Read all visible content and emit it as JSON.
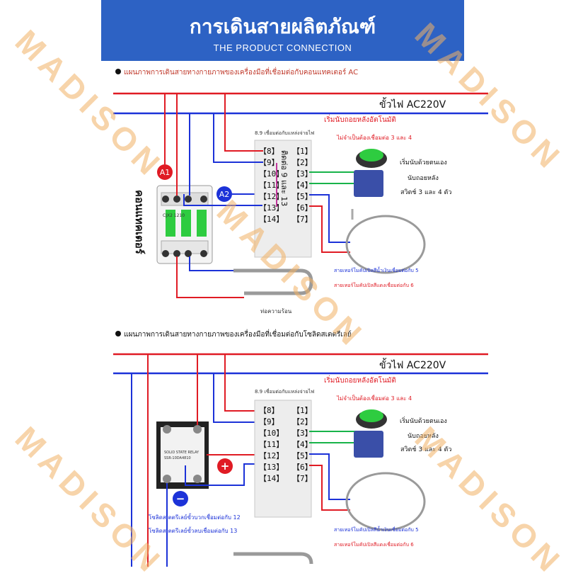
{
  "header": {
    "title_th": "การเดินสายผลิตภัณฑ์",
    "title_en": "THE PRODUCT CONNECTION"
  },
  "watermark": "MADISON",
  "section1": {
    "heading": "แผนภาพการเดินสายทางกายภาพของเครื่องมือที่เชื่อมต่อกับคอนแทคเตอร์ AC",
    "power_label": "ขั้วไฟ AC220V",
    "supply_note": "8.9 เชื่อมต่อกับแหล่งจ่ายไฟ",
    "auto_start": "เริ่มนับถอยหลังอัตโนมัติ",
    "no_connect": "ไม่จำเป็นต้องเชื่อมต่อ 3 และ 4",
    "manual_1": "เริ่มนับด้วยตนเอง",
    "manual_2": "นับถอยหลัง",
    "manual_3": "สวิตช์ 3 และ 4 ตัว",
    "sensor_blue": "สายเทอร์โมคัปเปิลสีน้ำเงินเชื่อมต่อกับ 5",
    "sensor_red": "สายเทอร์โมคัปเปิลสีแดงเชื่อมต่อกับ 6",
    "heater": "ท่อความร้อน",
    "contactor": "คอนแทคเตอร์",
    "contact_913": "ติดต่อ 9 และ 13",
    "badge_a1": "A1",
    "badge_a2": "A2",
    "contactor_model": "CJX2 1210"
  },
  "section2": {
    "heading": "แผนภาพการเดินสายทางกายภาพของเครื่องมือที่เชื่อมต่อกับโซลิดสเตตรีเลย์",
    "power_label": "ขั้วไฟ AC220V",
    "supply_note": "8.9 เชื่อมต่อกับแหล่งจ่ายไฟ",
    "auto_start": "เริ่มนับถอยหลังอัตโนมัติ",
    "no_connect": "ไม่จำเป็นต้องเชื่อมต่อ 3 และ 4",
    "manual_1": "เริ่มนับด้วยตนเอง",
    "manual_2": "นับถอยหลัง",
    "manual_3": "สวิตช์ 3 และ 4 ตัว",
    "sensor_blue": "สายเทอร์โมคัปเปิลสีน้ำเงินเชื่อมต่อกับ 5",
    "sensor_red": "สายเทอร์โมคัปเปิลสีแดงเชื่อมต่อกับ 6",
    "ssr_pos": "โซลิดสเตตรีเลย์ขั้วบวกเชื่อมต่อกับ 12",
    "ssr_neg": "โซลิดสเตตรีเลย์ขั้วลบเชื่อมต่อกับ 13",
    "ssr_model": "SSR-10DA4810",
    "ssr_brand": "SOLID STATE RELAY",
    "plus": "+",
    "minus": "−"
  },
  "terminals_left": [
    "8",
    "9",
    "10",
    "11",
    "12",
    "13",
    "14"
  ],
  "terminals_right": [
    "1",
    "2",
    "3",
    "4",
    "5",
    "6",
    "7"
  ],
  "colors": {
    "red": "#e01b24",
    "blue": "#1c32d8",
    "green": "#18b34a",
    "magenta": "#c0389c",
    "banner": "#2d62c4"
  }
}
